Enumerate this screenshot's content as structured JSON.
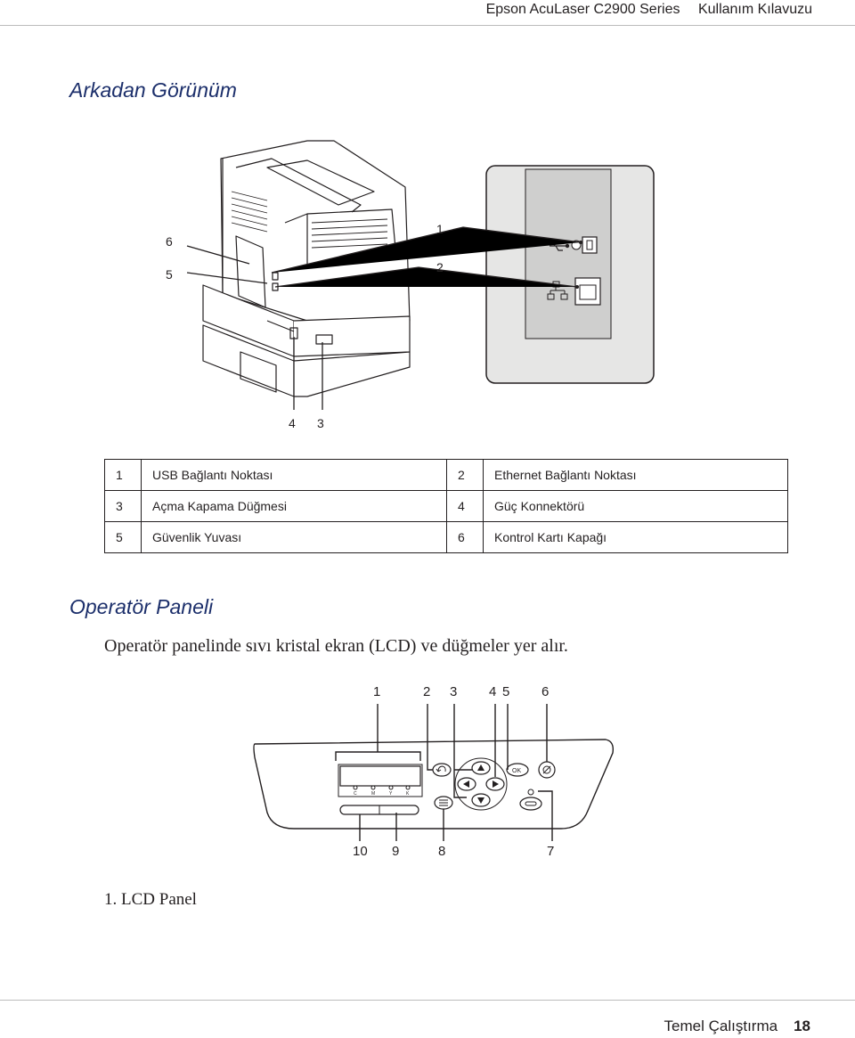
{
  "header": {
    "product": "Epson AcuLaser C2900 Series",
    "guide": "Kullanım Kılavuzu"
  },
  "sections": {
    "rear_view_title": "Arkadan Görünüm",
    "operator_panel_title": "Operatör Paneli"
  },
  "rear_figure": {
    "callouts": {
      "c1": "1",
      "c2": "2",
      "c3": "3",
      "c4": "4",
      "c5": "5",
      "c6": "6"
    }
  },
  "legend_rows": [
    {
      "n1": "1",
      "l1": "USB Bağlantı Noktası",
      "n2": "2",
      "l2": "Ethernet Bağlantı Noktası"
    },
    {
      "n1": "3",
      "l1": "Açma Kapama Düğmesi",
      "n2": "4",
      "l2": "Güç Konnektörü"
    },
    {
      "n1": "5",
      "l1": "Güvenlik Yuvası",
      "n2": "6",
      "l2": "Kontrol Kartı Kapağı"
    }
  ],
  "panel_intro": "Operatör panelinde sıvı kristal ekran (LCD) ve düğmeler yer alır.",
  "panel_figure": {
    "top_callouts": {
      "c1": "1",
      "c2": "2",
      "c3": "3",
      "c4": "4",
      "c5": "5",
      "c6": "6"
    },
    "bottom_callouts": {
      "c10": "10",
      "c9": "9",
      "c8": "8",
      "c7": "7"
    },
    "toner_letters": {
      "c": "C",
      "m": "M",
      "y": "Y",
      "k": "K"
    },
    "ok_label": "OK"
  },
  "list": {
    "item1": "1.  LCD Panel"
  },
  "footer": {
    "section": "Temel Çalıştırma",
    "page": "18"
  }
}
